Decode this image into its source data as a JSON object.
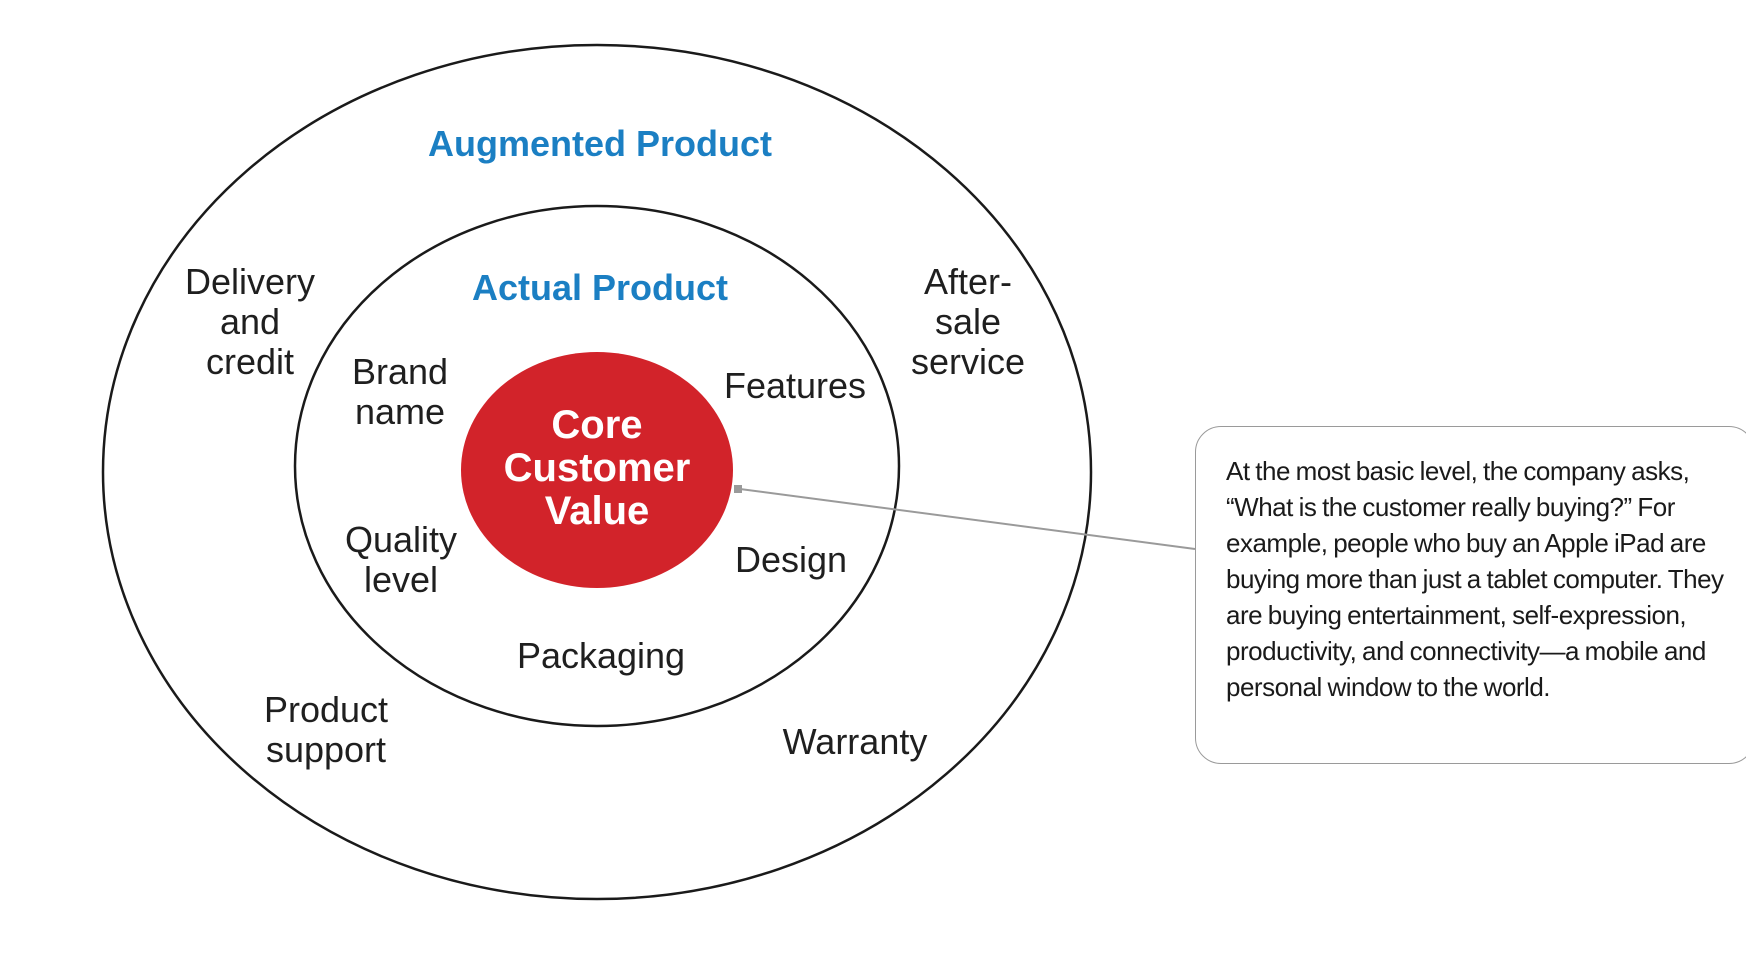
{
  "colors": {
    "ring_title": "#1b7fc3",
    "core_fill": "#d2232a",
    "core_text": "#ffffff",
    "outline": "#1a1a1a",
    "connector": "#9a9a9a"
  },
  "augmented": {
    "title": "Augmented Product",
    "items": {
      "delivery": "Delivery\nand\ncredit",
      "after_sale": "After-\nsale\nservice",
      "product_support": "Product\nsupport",
      "warranty": "Warranty"
    }
  },
  "actual": {
    "title": "Actual Product",
    "items": {
      "brand_name": "Brand\nname",
      "features": "Features",
      "quality_level": "Quality\nlevel",
      "design": "Design",
      "packaging": "Packaging"
    }
  },
  "core": {
    "label": "Core\nCustomer\nValue"
  },
  "callout": {
    "text": "At the most basic level, the company asks, “What is the customer really buying?” For example, people who buy an Apple iPad are buying more than just a tablet computer. They are buying entertainment, self-expression, productivity, and connectivity—a mobile and personal window to the world."
  }
}
